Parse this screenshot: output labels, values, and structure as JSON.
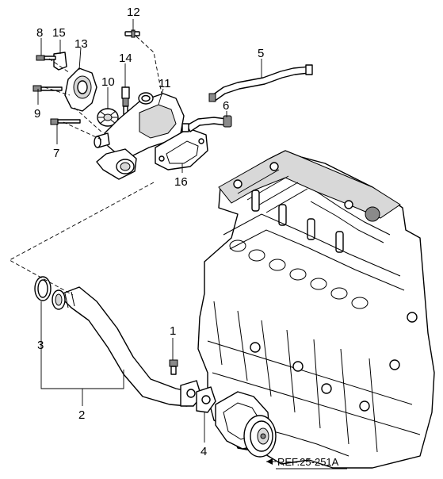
{
  "callouts": {
    "c1": "1",
    "c2": "2",
    "c3": "3",
    "c4": "4",
    "c5": "5",
    "c6": "6",
    "c7": "7",
    "c8": "8",
    "c9": "9",
    "c10": "10",
    "c11": "11",
    "c12": "12",
    "c13": "13",
    "c14": "14",
    "c15": "15",
    "c16": "16"
  },
  "reference": "REF.25-251A"
}
